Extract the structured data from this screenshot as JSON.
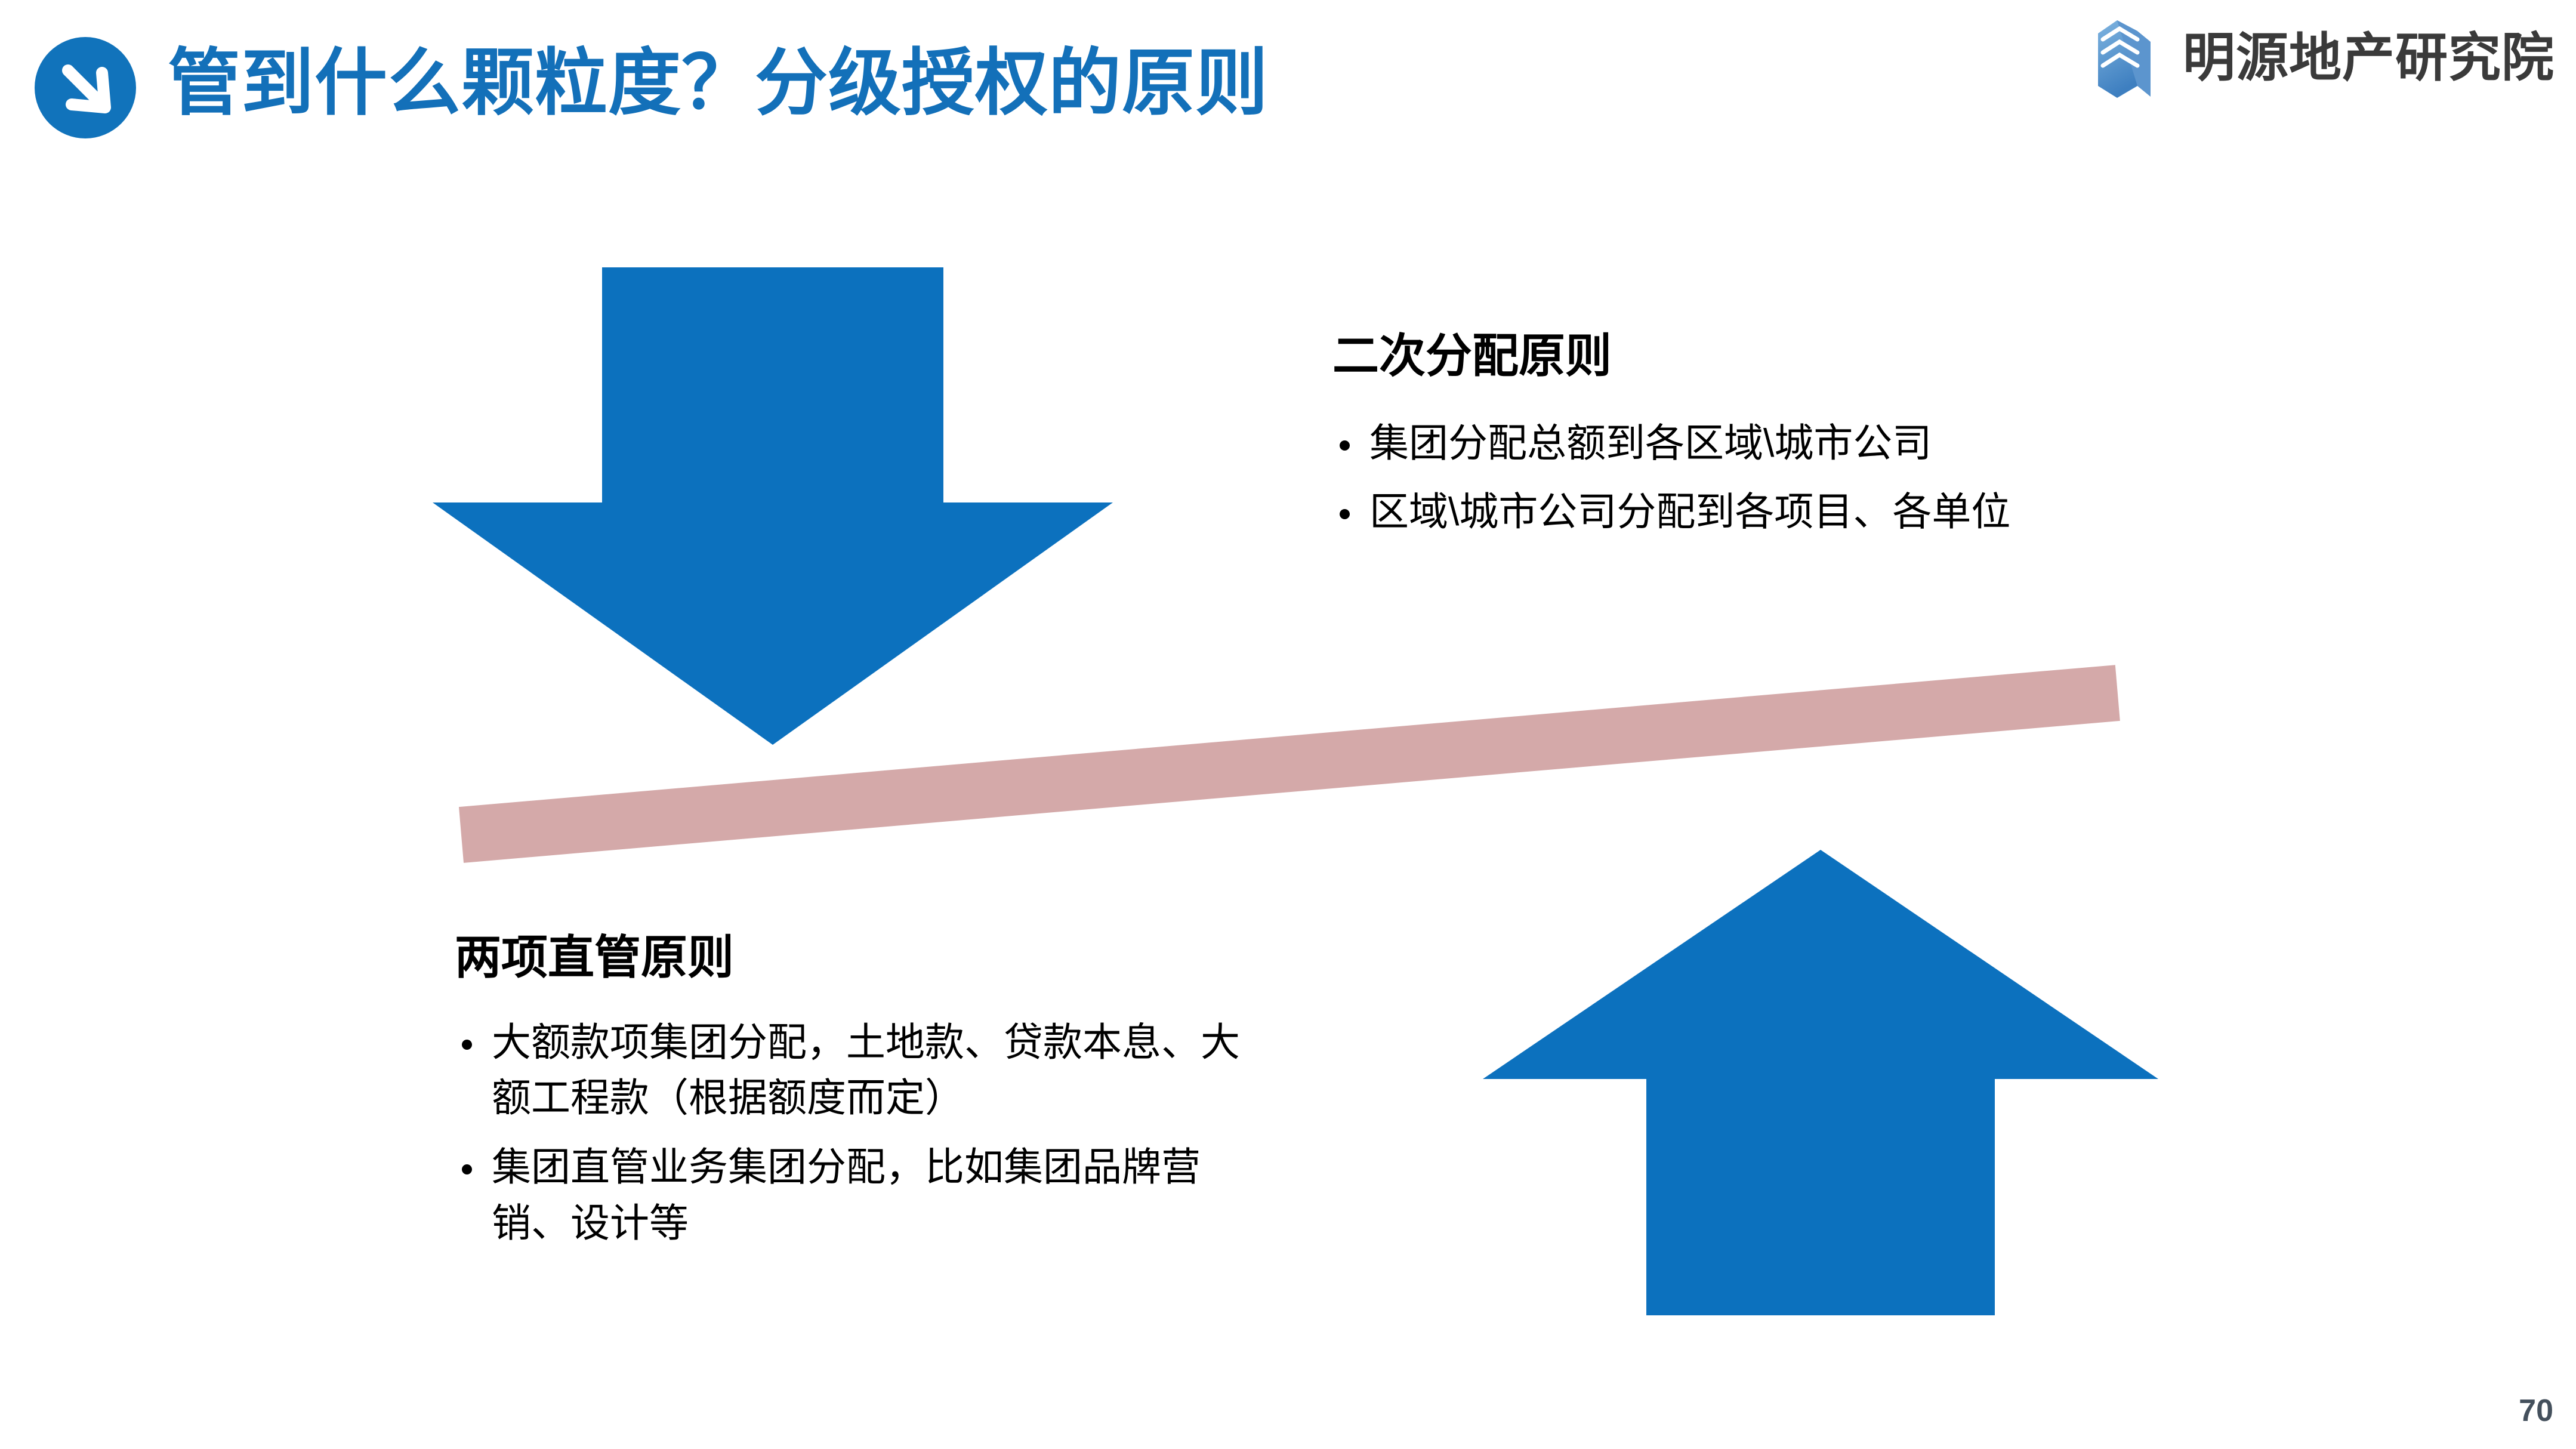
{
  "header": {
    "badge_icon": "arrow-down-right-icon",
    "title": "管到什么颗粒度？分级授权的原则",
    "title_color": "#1370B9"
  },
  "brand": {
    "mark_icon": "book-stack-icon",
    "name": "明源地产研究院",
    "name_color": "#3A3A3A",
    "mark_color": "#4E8FCB"
  },
  "shapes": {
    "arrow_down": {
      "icon": "arrow-down-shape",
      "color": "#0C71BE"
    },
    "arrow_up": {
      "icon": "arrow-up-shape",
      "color": "#0C71BE"
    },
    "balance_bar": {
      "icon": "tilted-beam-shape",
      "color": "#D4A9A9"
    }
  },
  "blocks": {
    "secondary": {
      "heading": "二次分配原则",
      "bullets": [
        "集团分配总额到各区域\\城市公司",
        "区域\\城市公司分配到各项目、各单位"
      ]
    },
    "direct": {
      "heading": "两项直管原则",
      "bullets": [
        "大额款项集团分配，土地款、贷款本息、大额工程款（根据额度而定）",
        "集团直管业务集团分配，比如集团品牌营销、设计等"
      ]
    }
  },
  "footer": {
    "page_number": "70"
  }
}
